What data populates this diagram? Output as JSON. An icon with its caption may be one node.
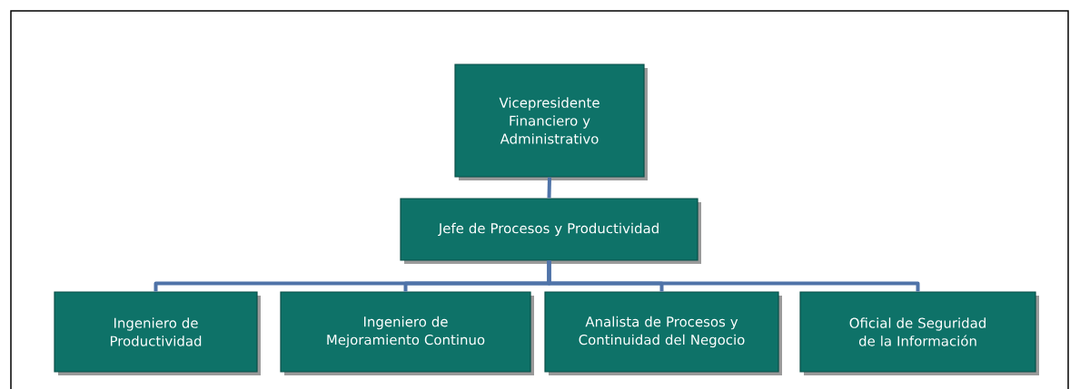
{
  "diagram": {
    "nodes": [
      {
        "text": [
          "Vicepresidente Financiero y Administrativo"
        ]
      },
      {
        "text": [
          "Jefe de Procesos y Productividad"
        ]
      },
      {
        "text": [
          "Ingeniero de Productividad"
        ]
      },
      {
        "text": [
          "Ingeniero de Mejoramiento Continuo"
        ]
      },
      {
        "text": [
          "Analista de Procesos y Continuidad del Negocio"
        ]
      },
      {
        "text": [
          "Oficial de Seguridad de la Información"
        ]
      }
    ],
    "edges": [
      {
        "from": 0,
        "to": 1,
        "arrow": "none"
      },
      {
        "from": 1,
        "to": 2,
        "arrow": "none"
      },
      {
        "from": 1,
        "to": 3,
        "arrow": "none"
      },
      {
        "from": 1,
        "to": 4,
        "arrow": "none"
      },
      {
        "from": 1,
        "to": 5,
        "arrow": "none"
      }
    ]
  }
}
